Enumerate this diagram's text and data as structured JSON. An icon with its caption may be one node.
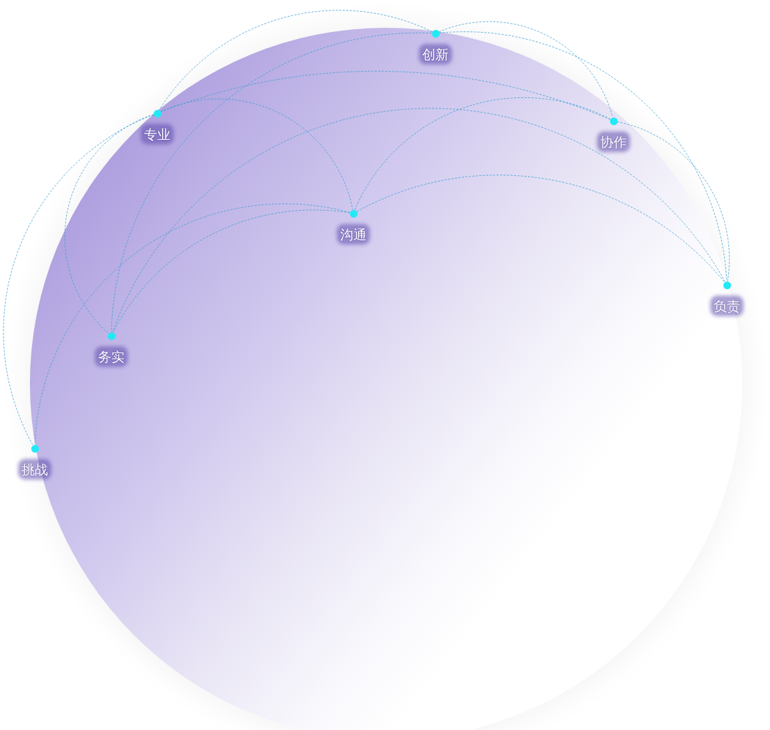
{
  "diagram": {
    "nodes": [
      {
        "text": [
          "创新"
        ]
      },
      {
        "text": [
          "专业"
        ]
      },
      {
        "text": [
          "协作"
        ]
      },
      {
        "text": [
          "沟通"
        ]
      },
      {
        "text": [
          "负责"
        ]
      },
      {
        "text": [
          "务实"
        ]
      },
      {
        "text": [
          "挑战"
        ]
      }
    ],
    "edges": [
      {
        "from": 0,
        "to": 1,
        "arrow": "none"
      },
      {
        "from": 0,
        "to": 2,
        "arrow": "none"
      },
      {
        "from": 0,
        "to": 4,
        "arrow": "none"
      },
      {
        "from": 0,
        "to": 5,
        "arrow": "none"
      },
      {
        "from": 1,
        "to": 2,
        "arrow": "none"
      },
      {
        "from": 1,
        "to": 3,
        "arrow": "none"
      },
      {
        "from": 1,
        "to": 5,
        "arrow": "none"
      },
      {
        "from": 1,
        "to": 6,
        "arrow": "none"
      },
      {
        "from": 2,
        "to": 3,
        "arrow": "none"
      },
      {
        "from": 2,
        "to": 4,
        "arrow": "none"
      },
      {
        "from": 3,
        "to": 4,
        "arrow": "none"
      },
      {
        "from": 3,
        "to": 5,
        "arrow": "none"
      },
      {
        "from": 3,
        "to": 6,
        "arrow": "none"
      },
      {
        "from": 4,
        "to": 5,
        "arrow": "none"
      }
    ]
  }
}
